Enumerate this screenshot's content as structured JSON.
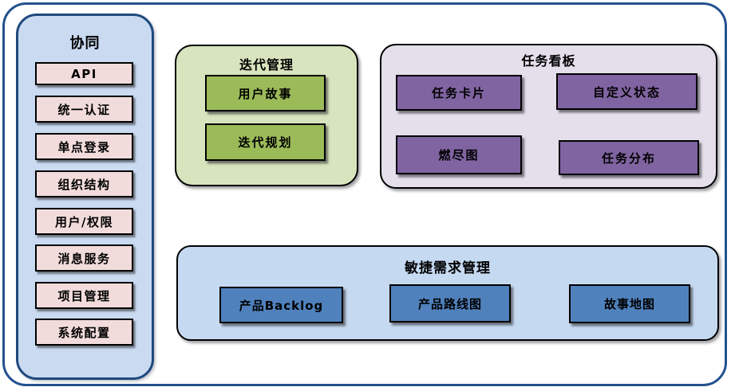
{
  "sidebar": {
    "title": "协同",
    "items": [
      "API",
      "统一认证",
      "单点登录",
      "组织结构",
      "用户/权限",
      "消息服务",
      "项目管理",
      "系统配置"
    ]
  },
  "panels": {
    "iteration": {
      "title": "迭代管理",
      "items": [
        "用户故事",
        "迭代规划"
      ]
    },
    "taskboard": {
      "title": "任务看板",
      "items": [
        "任务卡片",
        "自定义状态",
        "燃尽图",
        "任务分布"
      ]
    },
    "requirements": {
      "title": "敏捷需求管理",
      "items": [
        "产品Backlog",
        "产品路线图",
        "故事地图"
      ]
    }
  },
  "colors": {
    "frame_border": "#24508F",
    "sidebar_fill": "#C9DAF1",
    "sidebar_border": "#1F497D",
    "sidebar_item_fill": "#F2DCDB",
    "iteration_panel_fill": "#D7E4BD",
    "iteration_box_fill": "#9BBB59",
    "taskboard_panel_fill": "#E5DFEC",
    "taskboard_box_fill": "#8064A2",
    "requirements_panel_fill": "#C5D9F1",
    "requirements_box_fill": "#4F81BD",
    "box_border": "#000000"
  }
}
